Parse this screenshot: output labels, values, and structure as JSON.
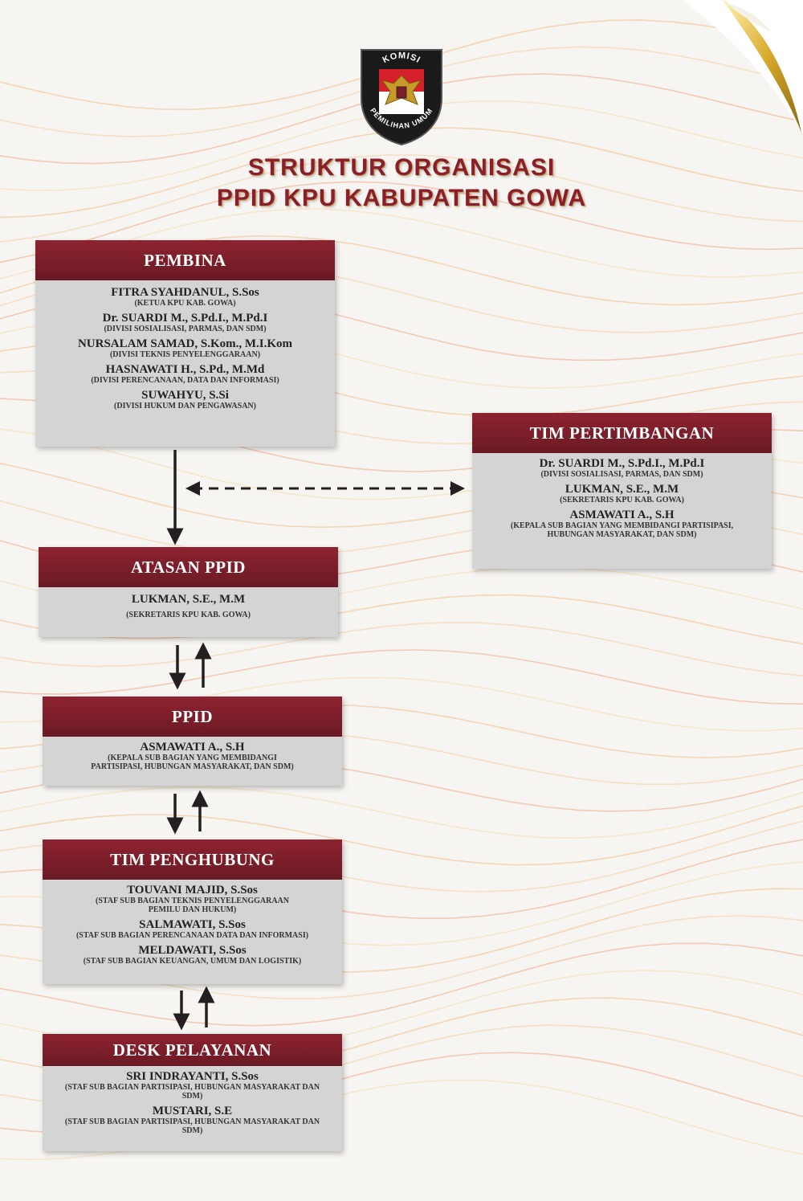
{
  "logo": {
    "top_text": "KOMISI",
    "bottom_text": "PEMILIHAN UMUM"
  },
  "title": {
    "line1": "STRUKTUR ORGANISASI",
    "line2": "PPID KPU KABUPATEN GOWA"
  },
  "pembina": {
    "heading": "PEMBINA",
    "members": [
      {
        "name": "FITRA SYAHDANUL, S.Sos",
        "role": "(KETUA KPU KAB. GOWA)"
      },
      {
        "name": "Dr. SUARDI M., S.Pd.I., M.Pd.I",
        "role": "(DIVISI SOSIALISASI, PARMAS, DAN SDM)"
      },
      {
        "name": "NURSALAM SAMAD, S.Kom., M.I.Kom",
        "role": "(DIVISI TEKNIS PENYELENGGARAAN)"
      },
      {
        "name": "HASNAWATI H., S.Pd., M.Md",
        "role": "(DIVISI PERENCANAAN, DATA DAN INFORMASI)"
      },
      {
        "name": "SUWAHYU, S.Si",
        "role": "(DIVISI HUKUM DAN PENGAWASAN)"
      }
    ]
  },
  "tim_pertimbangan": {
    "heading": "TIM PERTIMBANGAN",
    "members": [
      {
        "name": "Dr. SUARDI M., S.Pd.I., M.Pd.I",
        "role": "(DIVISI SOSIALISASI, PARMAS, DAN SDM)"
      },
      {
        "name": "LUKMAN, S.E., M.M",
        "role": "(SEKRETARIS KPU KAB. GOWA)"
      },
      {
        "name": "ASMAWATI A., S.H",
        "role": "(KEPALA SUB BAGIAN YANG MEMBIDANGI PARTISIPASI, HUBUNGAN MASYARAKAT, DAN SDM)"
      }
    ]
  },
  "atasan_ppid": {
    "heading": "ATASAN PPID",
    "members": [
      {
        "name": "LUKMAN, S.E., M.M",
        "role": "(SEKRETARIS KPU KAB. GOWA)"
      }
    ]
  },
  "ppid": {
    "heading": "PPID",
    "members": [
      {
        "name": "ASMAWATI A., S.H",
        "role": "(KEPALA SUB BAGIAN YANG MEMBIDANGI PARTISIPASI, HUBUNGAN MASYARAKAT, DAN SDM)"
      }
    ]
  },
  "tim_penghubung": {
    "heading": "TIM PENGHUBUNG",
    "members": [
      {
        "name": "TOUVANI MAJID, S.Sos",
        "role": "(STAF SUB BAGIAN TEKNIS PENYELENGGARAAN PEMILU DAN HUKUM)"
      },
      {
        "name": "SALMAWATI, S.Sos",
        "role": "(STAF SUB BAGIAN PERENCANAAN DATA DAN INFORMASI)"
      },
      {
        "name": "MELDAWATI, S.Sos",
        "role": "(STAF SUB BAGIAN KEUANGAN, UMUM DAN LOGISTIK)"
      }
    ]
  },
  "desk_pelayanan": {
    "heading": "DESK PELAYANAN",
    "members": [
      {
        "name": "SRI INDRAYANTI, S.Sos",
        "role": "(STAF SUB BAGIAN PARTISIPASI, HUBUNGAN MASYARAKAT DAN SDM)"
      },
      {
        "name": "MUSTARI, S.E",
        "role": "(STAF SUB BAGIAN PARTISIPASI, HUBUNGAN MASYARAKAT DAN SDM)"
      }
    ]
  },
  "colors": {
    "header": "#7a1e2a",
    "box": "#d4d4d4",
    "title": "#8a1f2b",
    "arrow": "#231f20"
  }
}
